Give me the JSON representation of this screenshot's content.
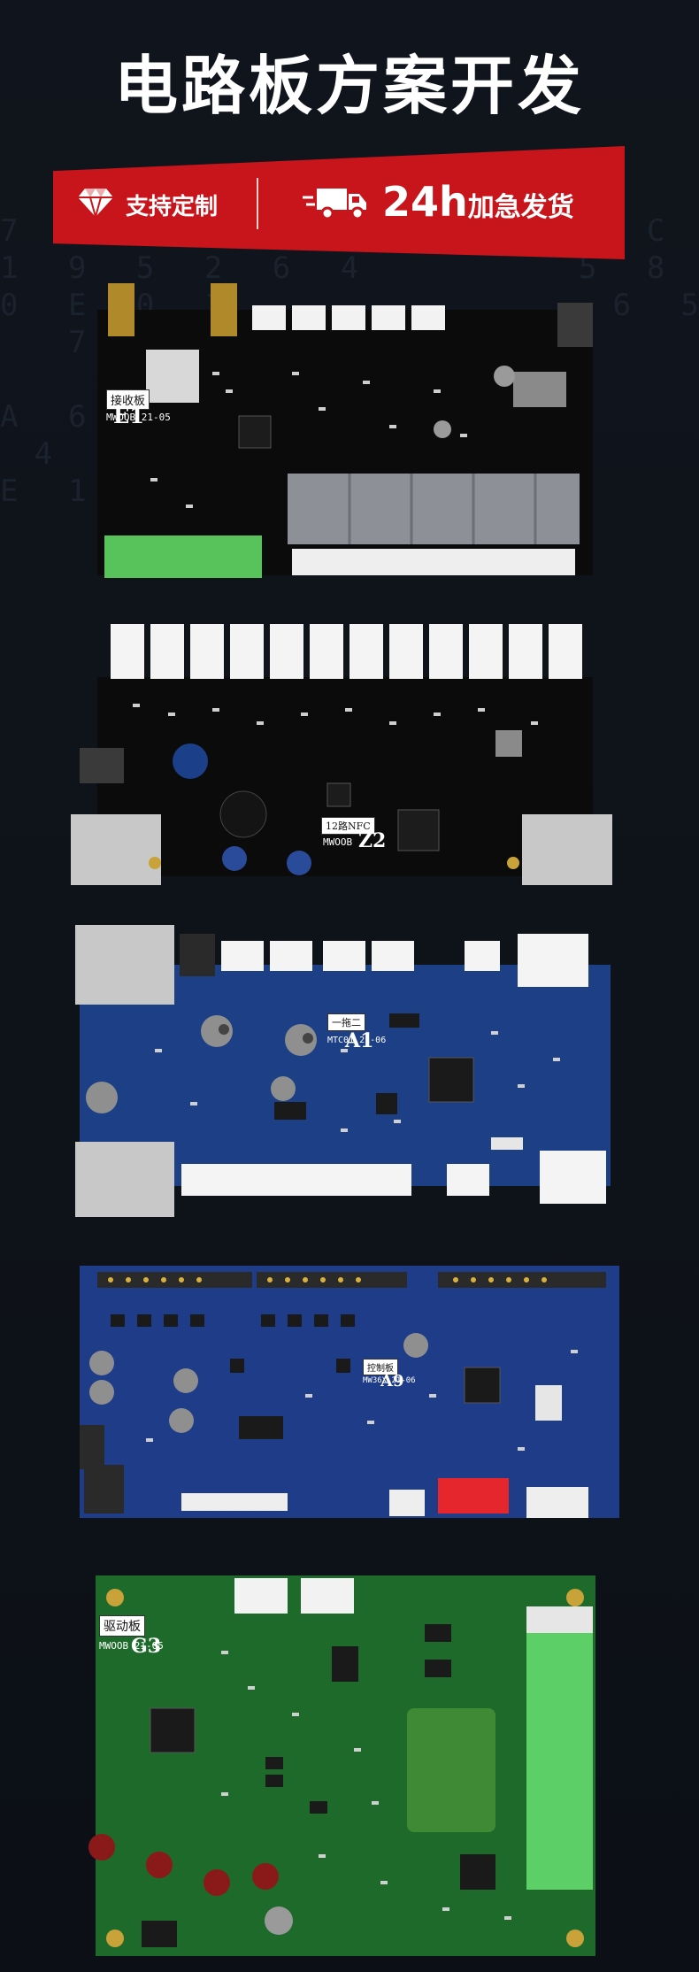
{
  "header": {
    "title": "电路板方案开发"
  },
  "banner": {
    "feature_1": "支持定制",
    "feature_2_strong": "24h",
    "feature_2_rest": "加急发货",
    "icon_1": "diamond-icon",
    "icon_2": "truck-icon",
    "accent_color": "#c8141b"
  },
  "boards": [
    {
      "label": "接收板",
      "code": "MWOOB 21-05",
      "id": "E1",
      "color": "#0b0b0b"
    },
    {
      "label": "12路NFC",
      "code": "MWOOB",
      "id": "Z2",
      "color": "#0b0b0b"
    },
    {
      "label": "一拖二",
      "code": "MTC01 21-06",
      "id": "A1",
      "color": "#1d3f86"
    },
    {
      "label": "控制板",
      "code": "MW36X 21-06",
      "id": "A9",
      "color": "#1f3c88"
    },
    {
      "label": "驱动板",
      "code": "MWOOB 21-05",
      "id": "G3",
      "color": "#1d6a2a"
    }
  ]
}
